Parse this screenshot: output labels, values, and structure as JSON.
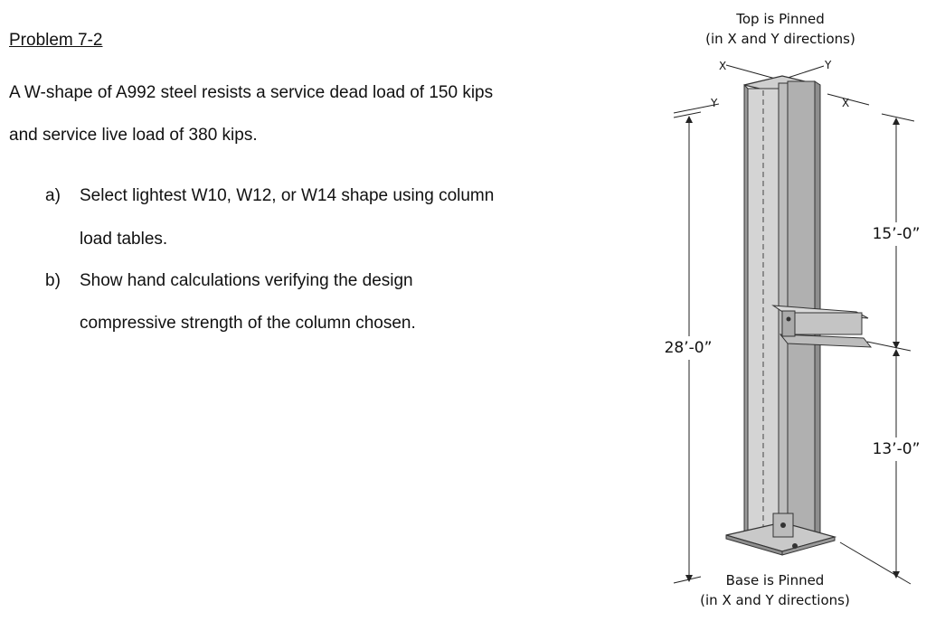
{
  "problem": {
    "title": "Problem 7-2",
    "statement_line1": "A W-shape of A992 steel resists a service dead load of 150 kips",
    "statement_line2": "and service live load of 380 kips.",
    "items": [
      {
        "marker": "a)",
        "line1": "Select lightest W10, W12, or W14 shape using column",
        "line2": "load tables."
      },
      {
        "marker": "b)",
        "line1": "Show hand calculations verifying the design",
        "line2": "compressive strength of the column chosen."
      }
    ]
  },
  "figure": {
    "top_label_line1": "Top is Pinned",
    "top_label_line2": "(in X and Y directions)",
    "base_label_line1": "Base is Pinned",
    "base_label_line2": "(in X and Y directions)",
    "axis_x": "X",
    "axis_y": "Y",
    "dim_total": "28’-0”",
    "dim_upper": "15’-0”",
    "dim_lower": "13’-0”"
  }
}
